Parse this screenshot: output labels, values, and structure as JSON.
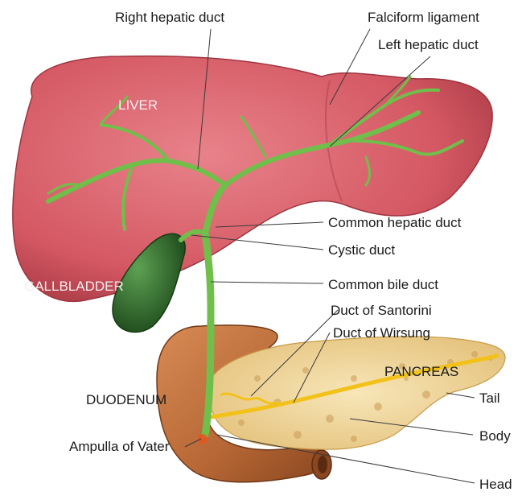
{
  "labels": {
    "right_hepatic_duct": "Right hepatic duct",
    "falciform_ligament": "Falciform ligament",
    "left_hepatic_duct": "Left hepatic duct",
    "liver": "LIVER",
    "common_hepatic_duct": "Common hepatic duct",
    "cystic_duct": "Cystic duct",
    "gallbladder": "GALLBLADDER",
    "common_bile_duct": "Common bile duct",
    "duct_of_santorini": "Duct of Santorini",
    "duct_of_wirsung": "Duct of Wirsung",
    "pancreas": "PANCREAS",
    "duodenum": "DUODENUM",
    "tail": "Tail",
    "body": "Body",
    "ampulla_of_vater": "Ampulla of Vater",
    "head": "Head"
  },
  "colors": {
    "liver": "#d9606a",
    "liver_dark": "#a83a45",
    "bile_duct": "#6fbf4a",
    "gallbladder": "#2f6b2a",
    "duodenum": "#b86a3a",
    "pancreas": "#f1d79a",
    "pancreatic_duct": "#f2c21b"
  }
}
